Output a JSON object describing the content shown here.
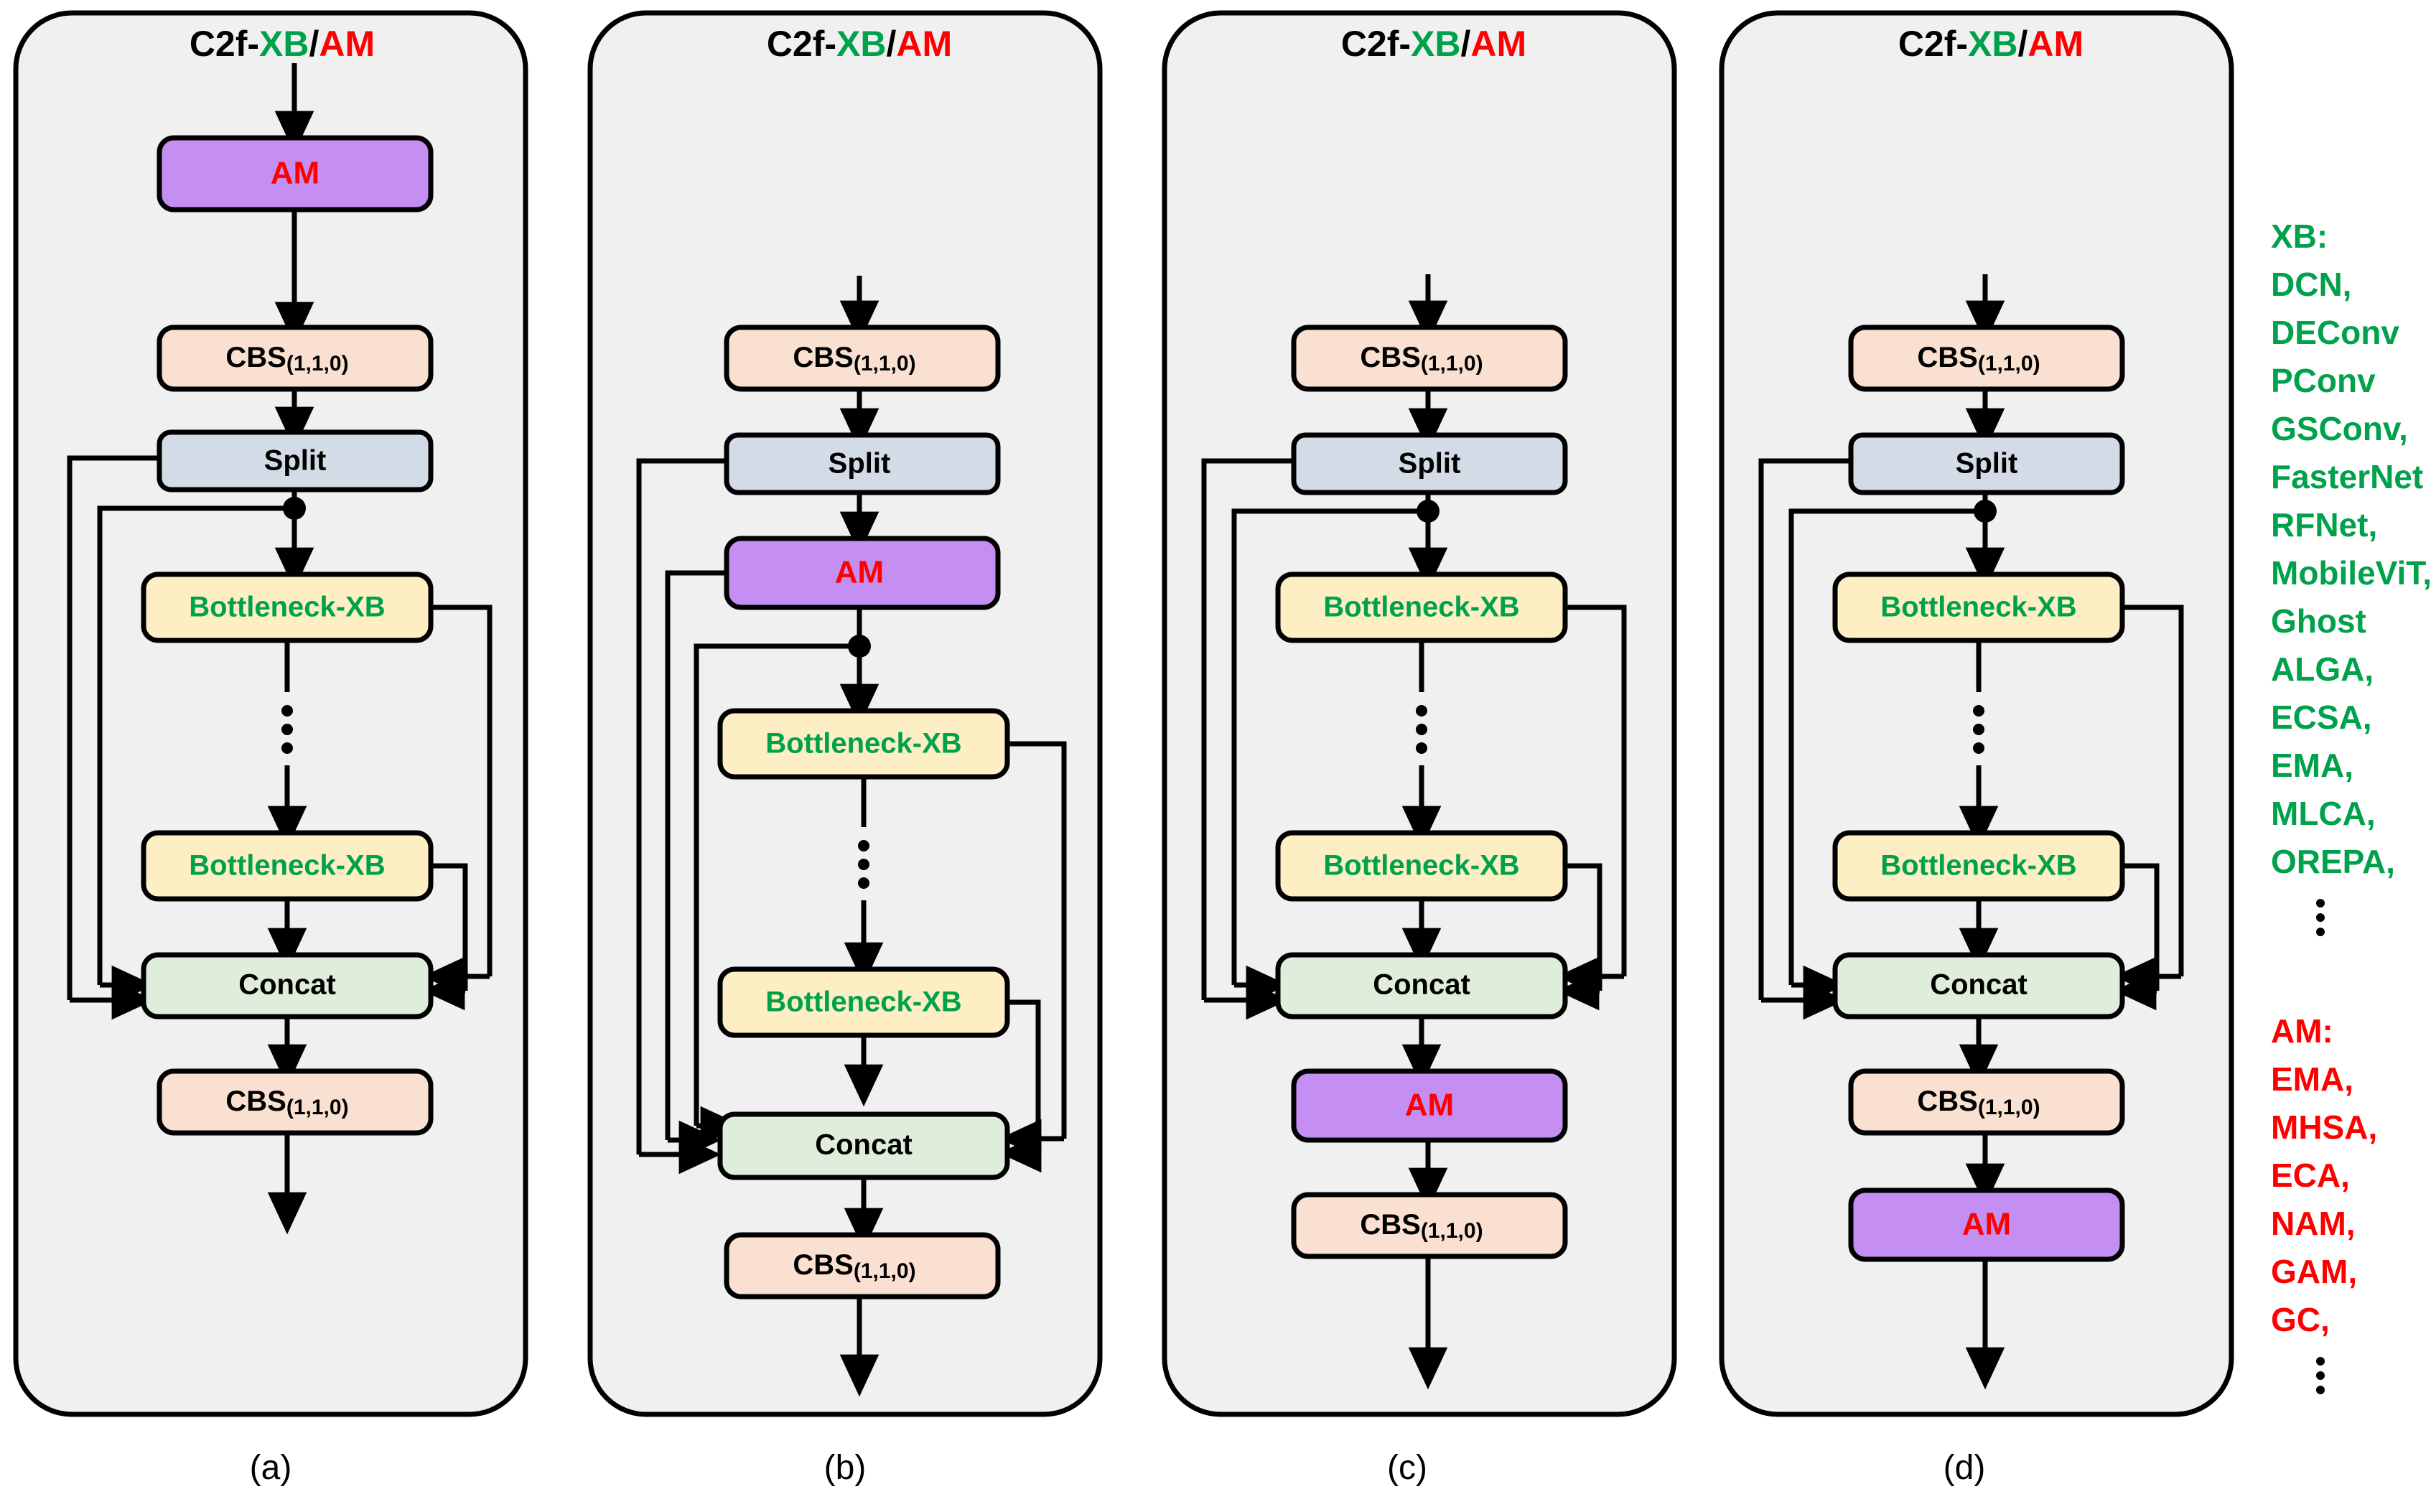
{
  "figure": {
    "background": "#ffffff",
    "panel_fill": "#f0f0f0",
    "stroke": "#000000"
  },
  "colors": {
    "am_fill": "#c48ef2",
    "am_text": "#ff0000",
    "cbs_fill": "#fae0d0",
    "split_fill": "#d3dbe6",
    "bottleneck_fill": "#fdeec3",
    "bottleneck_text": "#00a14b",
    "concat_fill": "#dfeedb",
    "xb_green": "#00a14b",
    "am_red": "#ff0000"
  },
  "title_parts": {
    "prefix": "C2f-",
    "xb": "XB",
    "slash": "/",
    "am": "AM"
  },
  "node_labels": {
    "am": "AM",
    "cbs": "CBS",
    "cbs_sub": "(1,1,0)",
    "split": "Split",
    "bottleneck": "Bottleneck-XB",
    "concat": "Concat"
  },
  "panels": [
    {
      "id": "a",
      "caption": "(a)",
      "title": "C2f-XB/AM",
      "sequence": [
        "AM",
        "CBS(1,1,0)",
        "Split",
        "Bottleneck-XB",
        "⋮",
        "Bottleneck-XB",
        "Concat",
        "CBS(1,1,0)"
      ],
      "am_position": "before-first-cbs"
    },
    {
      "id": "b",
      "caption": "(b)",
      "title": "C2f-XB/AM",
      "sequence": [
        "CBS(1,1,0)",
        "Split",
        "AM",
        "Bottleneck-XB",
        "⋮",
        "Bottleneck-XB",
        "Concat",
        "CBS(1,1,0)"
      ],
      "am_position": "after-split"
    },
    {
      "id": "c",
      "caption": "(c)",
      "title": "C2f-XB/AM",
      "sequence": [
        "CBS(1,1,0)",
        "Split",
        "Bottleneck-XB",
        "⋮",
        "Bottleneck-XB",
        "Concat",
        "AM",
        "CBS(1,1,0)"
      ],
      "am_position": "after-concat"
    },
    {
      "id": "d",
      "caption": "(d)",
      "title": "C2f-XB/AM",
      "sequence": [
        "CBS(1,1,0)",
        "Split",
        "Bottleneck-XB",
        "⋮",
        "Bottleneck-XB",
        "Concat",
        "CBS(1,1,0)",
        "AM"
      ],
      "am_position": "after-last-cbs"
    }
  ],
  "legend": {
    "xb": {
      "heading": "XB:",
      "items": [
        "DCN,",
        "DEConv",
        "PConv",
        "GSConv,",
        "FasterNet",
        "RFNet,",
        "MobileViT,",
        "Ghost",
        "ALGA,",
        "ECSA,",
        "EMA,",
        "MLCA,",
        "OREPA,"
      ],
      "ellipsis": "⋮",
      "color": "#00a14b"
    },
    "am": {
      "heading": "AM:",
      "items": [
        "EMA,",
        "MHSA,",
        "ECA,",
        "NAM,",
        "GAM,",
        "GC,"
      ],
      "ellipsis": "⋮",
      "color": "#ff0000"
    }
  }
}
